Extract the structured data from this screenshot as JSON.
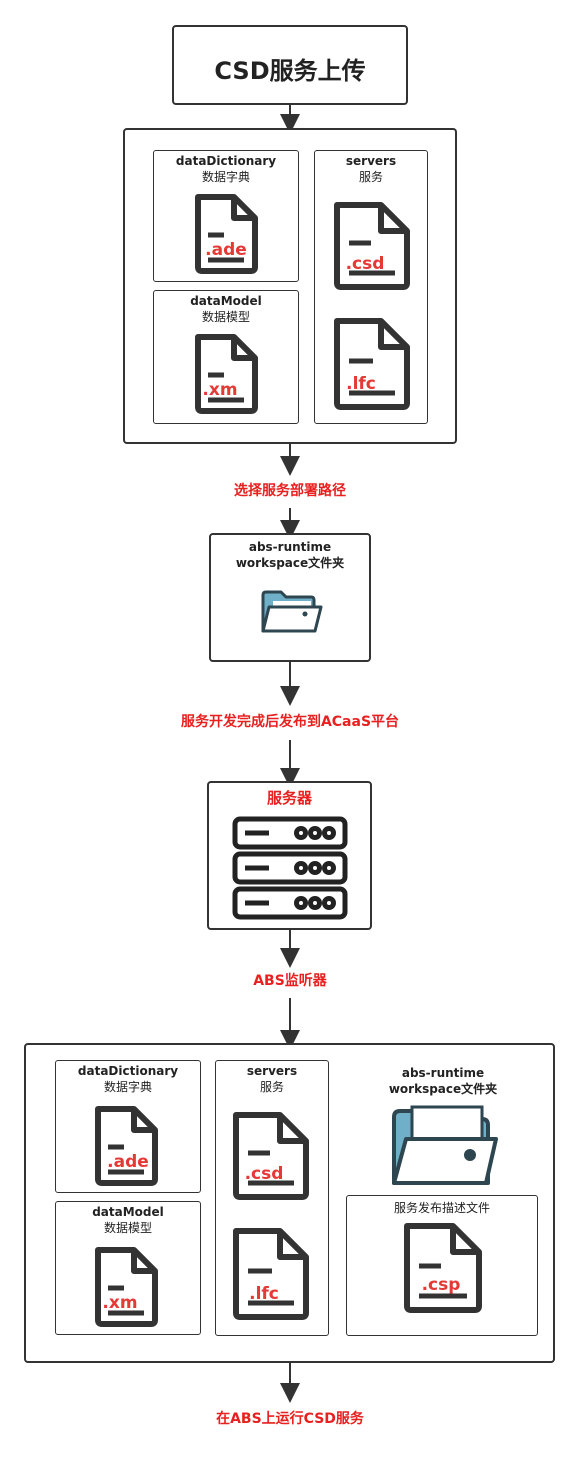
{
  "title": "CSD服务上传",
  "top_group": {
    "data_dictionary": {
      "name": "dataDictionary",
      "subtitle": "数据字典",
      "ext": ".ade"
    },
    "data_model": {
      "name": "dataModel",
      "subtitle": "数据模型",
      "ext": ".xm"
    },
    "servers": {
      "name": "servers",
      "subtitle": "服务",
      "ext1": ".csd",
      "ext2": ".lfc"
    }
  },
  "step1_label": "选择服务部署路径",
  "workspace": {
    "line1": "abs-runtime",
    "line2": "workspace文件夹"
  },
  "step2_label": "服务开发完成后发布到ACaaS平台",
  "server_box_title": "服务器",
  "step3_label": "ABS监听器",
  "bottom_group": {
    "data_dictionary": {
      "name": "dataDictionary",
      "subtitle": "数据字典",
      "ext": ".ade"
    },
    "data_model": {
      "name": "dataModel",
      "subtitle": "数据模型",
      "ext": ".xm"
    },
    "servers": {
      "name": "servers",
      "subtitle": "服务",
      "ext1": ".csd",
      "ext2": ".lfc"
    },
    "workspace": {
      "line1": "abs-runtime",
      "line2": "workspace文件夹"
    },
    "descriptor": {
      "title": "服务发布描述文件",
      "ext": ".csp"
    }
  },
  "final_label": "在ABS上运行CSD服务",
  "colors": {
    "accent_red": "#e82020",
    "stroke": "#333333",
    "folder_blue": "#6fb0c8",
    "folder_dark": "#2d4650"
  }
}
